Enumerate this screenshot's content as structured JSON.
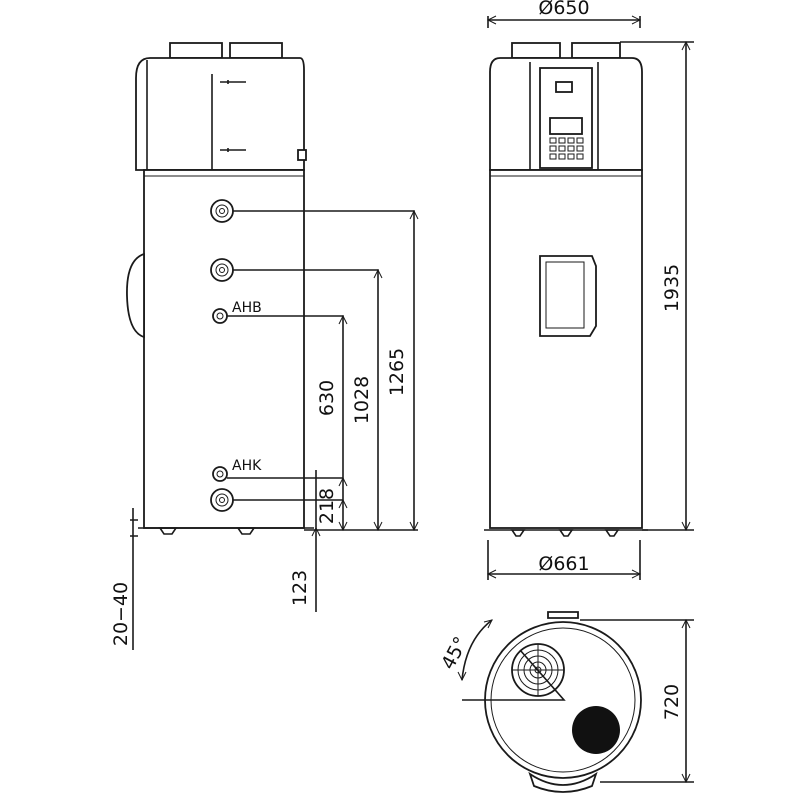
{
  "dimensions": {
    "top_diameter": "Ø650",
    "bottom_diameter": "Ø661",
    "total_height": "1935",
    "upper_connection": "1265",
    "middle_connection": "1028",
    "ahb_connection": "630",
    "bottom_connection": "218",
    "foot_offset": "123",
    "leg_adjust": "20−40",
    "depth": "720",
    "angle": "45°"
  },
  "labels": {
    "ahb": "AHB",
    "ahk": "AHK"
  }
}
